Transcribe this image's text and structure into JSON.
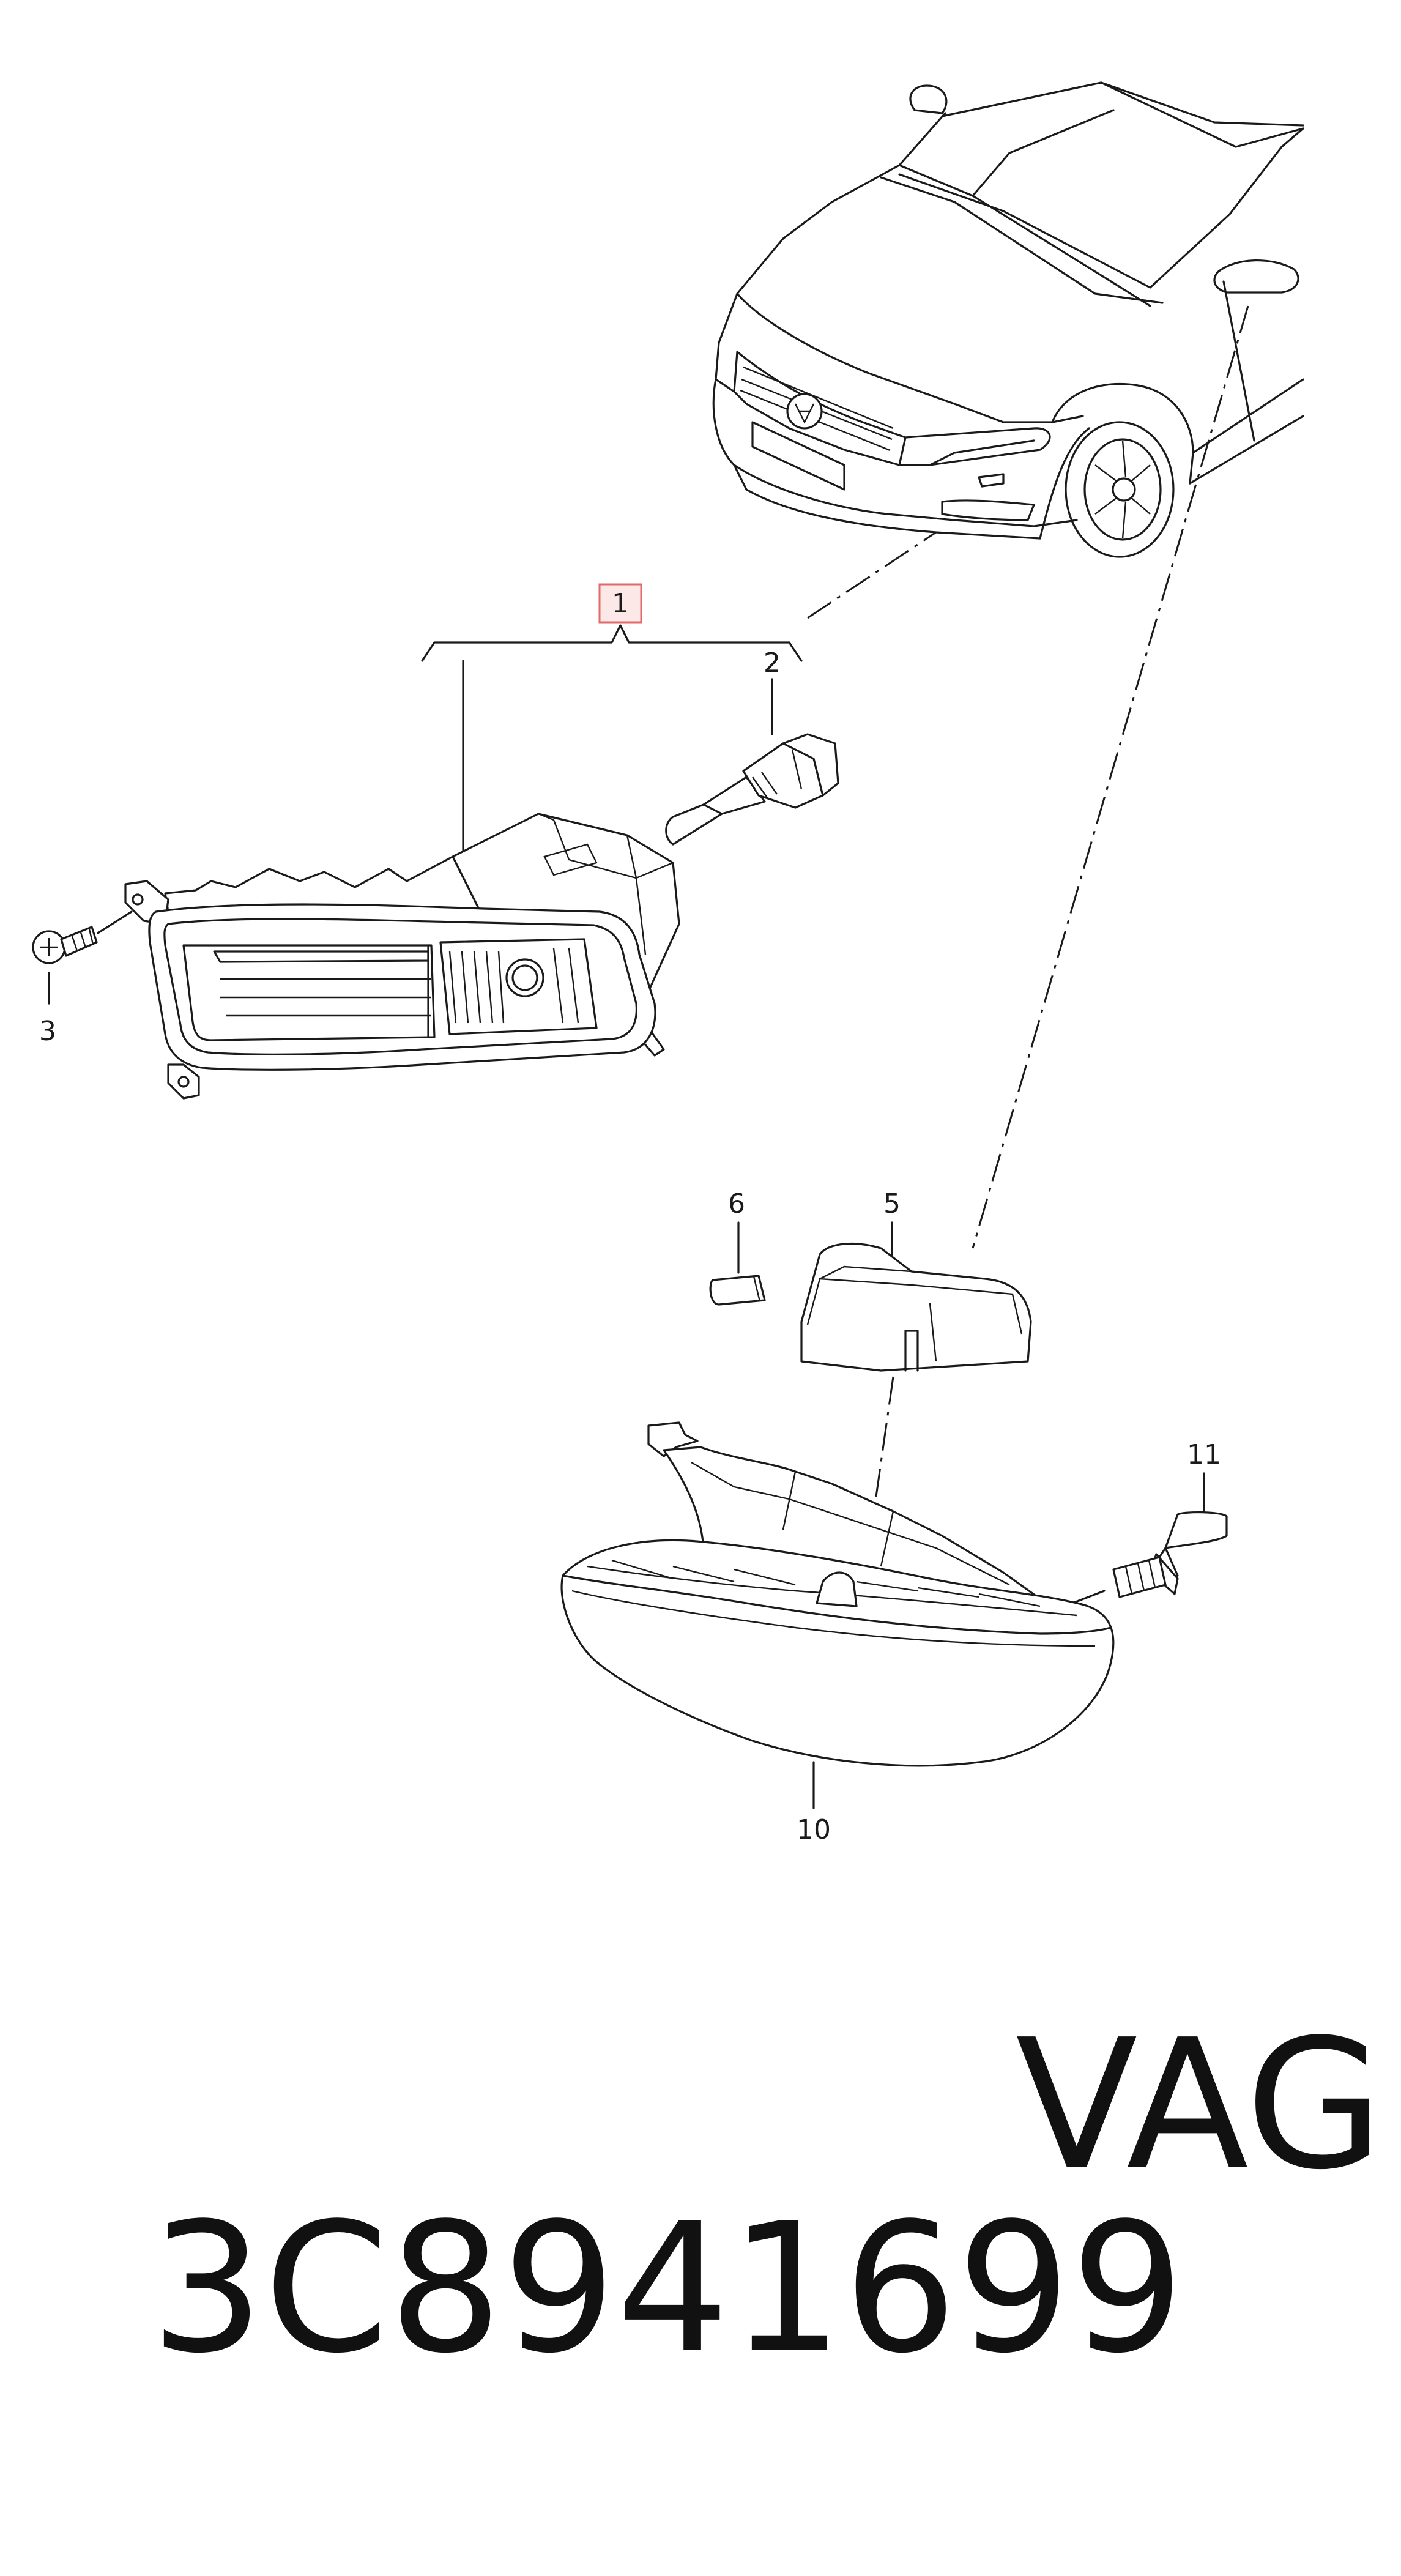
{
  "callouts": {
    "c1": "1",
    "c2": "2",
    "c3": "3",
    "c5": "5",
    "c6": "6",
    "c10": "10",
    "c11": "11"
  },
  "footer": {
    "part_number": "3C8941699",
    "vendor": "VAG"
  }
}
